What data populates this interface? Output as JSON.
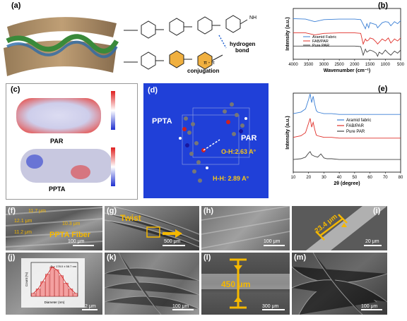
{
  "panels": {
    "a": {
      "label": "(a)",
      "nh": "NH",
      "hbond": "hydrogen\nbond",
      "hbond1": "hydrogen",
      "hbond2": "bond",
      "conj": "conjugation",
      "pipi": "π - π"
    },
    "b": {
      "label": "(b)",
      "legend": [
        "Aramid Fabric",
        "FAB/PAR",
        "Pure PAR"
      ],
      "colors": [
        "#3a7fd5",
        "#e0302a",
        "#444444"
      ]
    },
    "c": {
      "label": "(c)",
      "mol1": "PAR",
      "mol2": "PPTA"
    },
    "d": {
      "label": "(d)",
      "left": "PPTA",
      "right": "PAR",
      "dist1": "O-H:2.63 A°",
      "dist2": "H-H: 2.89 A°"
    },
    "e": {
      "label": "(e)",
      "legend": [
        "Aramid fabric",
        "FAB/PAR",
        "Pure PAR"
      ],
      "colors": [
        "#3a7fd5",
        "#e0302a",
        "#444444"
      ]
    },
    "f": {
      "label": "(f)",
      "title": "PPTA Fiber",
      "scale": "100 μm",
      "d1": "11.7 μm",
      "d2": "12.1 μm",
      "d3": "10.3 μm",
      "d4": "11.2 μm"
    },
    "g": {
      "label": "(g)",
      "title": "Twist",
      "scale": "500 μm"
    },
    "h": {
      "label": "(h)",
      "scale": "100 μm"
    },
    "i": {
      "label": "(i)",
      "meas": "23.4 μm",
      "scale": "20 μm"
    },
    "j": {
      "label": "(j)",
      "scale": "2 μm",
      "inset_note": "D = 178.0 ± 58.7 nm",
      "inset_x": "Diameter (nm)",
      "inset_y": "Count (%)"
    },
    "k": {
      "label": "(k)",
      "scale": "100 μm"
    },
    "l": {
      "label": "(l)",
      "meas": "450 μm",
      "scale": "300 μm"
    },
    "m": {
      "label": "(m)",
      "scale": "100 μm"
    }
  },
  "chart_data": [
    {
      "type": "line",
      "title": "",
      "xlabel": "Wavenumber (cm⁻¹)",
      "ylabel": "Intensity (a.u.)",
      "xlim": [
        4000,
        500
      ],
      "x_ticks": [
        "4000",
        "3500",
        "3000",
        "2500",
        "2000",
        "1500",
        "1000",
        "500"
      ],
      "series": [
        {
          "name": "Aramid Fabric",
          "x": [
            4000,
            3600,
            3300,
            3000,
            2500,
            2000,
            1800,
            1650,
            1600,
            1540,
            1500,
            1400,
            1300,
            1250,
            1100,
            1000,
            900,
            820,
            700,
            600,
            500
          ],
          "y": [
            0.8,
            0.79,
            0.74,
            0.78,
            0.79,
            0.79,
            0.78,
            0.6,
            0.7,
            0.62,
            0.72,
            0.7,
            0.68,
            0.62,
            0.72,
            0.74,
            0.73,
            0.66,
            0.74,
            0.7,
            0.76
          ]
        },
        {
          "name": "FAB/PAR",
          "x": [
            4000,
            3600,
            3300,
            3000,
            2500,
            2000,
            1800,
            1720,
            1650,
            1600,
            1540,
            1500,
            1400,
            1300,
            1250,
            1100,
            1000,
            900,
            820,
            700,
            600,
            500
          ],
          "y": [
            0.52,
            0.52,
            0.48,
            0.51,
            0.52,
            0.52,
            0.51,
            0.3,
            0.4,
            0.36,
            0.38,
            0.42,
            0.4,
            0.34,
            0.3,
            0.4,
            0.36,
            0.42,
            0.32,
            0.4,
            0.36,
            0.42
          ]
        },
        {
          "name": "Pure PAR",
          "x": [
            4000,
            3600,
            3000,
            2500,
            2000,
            1800,
            1720,
            1650,
            1600,
            1500,
            1400,
            1300,
            1250,
            1200,
            1100,
            1000,
            900,
            820,
            700,
            600,
            500
          ],
          "y": [
            0.26,
            0.26,
            0.26,
            0.26,
            0.26,
            0.25,
            0.08,
            0.2,
            0.14,
            0.18,
            0.16,
            0.12,
            0.06,
            0.14,
            0.1,
            0.18,
            0.12,
            0.08,
            0.16,
            0.12,
            0.18
          ]
        }
      ]
    },
    {
      "type": "line",
      "title": "",
      "xlabel": "2θ (degree)",
      "ylabel": "Intensity (a.u.)",
      "xlim": [
        10,
        80
      ],
      "x_ticks": [
        "10",
        "20",
        "30",
        "40",
        "50",
        "60",
        "70",
        "80"
      ],
      "series": [
        {
          "name": "Aramid fabric",
          "x": [
            10,
            15,
            18,
            20,
            21,
            22,
            23,
            24,
            25,
            26,
            28,
            30,
            35,
            40,
            50,
            60,
            70,
            80
          ],
          "y": [
            0.74,
            0.76,
            0.8,
            0.92,
            0.99,
            0.88,
            0.96,
            0.86,
            0.78,
            0.76,
            0.75,
            0.74,
            0.74,
            0.73,
            0.73,
            0.73,
            0.73,
            0.73
          ]
        },
        {
          "name": "FAB/PAR",
          "x": [
            10,
            15,
            18,
            20,
            21,
            22,
            23,
            24,
            25,
            26,
            28,
            30,
            35,
            40,
            50,
            60,
            70,
            80
          ],
          "y": [
            0.44,
            0.46,
            0.5,
            0.62,
            0.68,
            0.57,
            0.63,
            0.54,
            0.47,
            0.46,
            0.45,
            0.44,
            0.44,
            0.43,
            0.43,
            0.43,
            0.43,
            0.43
          ]
        },
        {
          "name": "Pure PAR",
          "x": [
            10,
            15,
            18,
            20,
            21,
            22,
            24,
            26,
            28,
            30,
            32,
            35,
            40,
            50,
            60,
            70,
            80
          ],
          "y": [
            0.16,
            0.17,
            0.19,
            0.24,
            0.26,
            0.22,
            0.2,
            0.19,
            0.23,
            0.18,
            0.17,
            0.17,
            0.16,
            0.16,
            0.16,
            0.16,
            0.16
          ]
        }
      ]
    },
    {
      "type": "bar",
      "title": "",
      "xlabel": "Diameter (nm)",
      "ylabel": "Count (%)",
      "categories": [
        "1",
        "2",
        "3",
        "4",
        "5",
        "6",
        "7",
        "8",
        "9",
        "10"
      ],
      "values": [
        2,
        5,
        10,
        15,
        20,
        18,
        14,
        9,
        5,
        2
      ]
    }
  ]
}
